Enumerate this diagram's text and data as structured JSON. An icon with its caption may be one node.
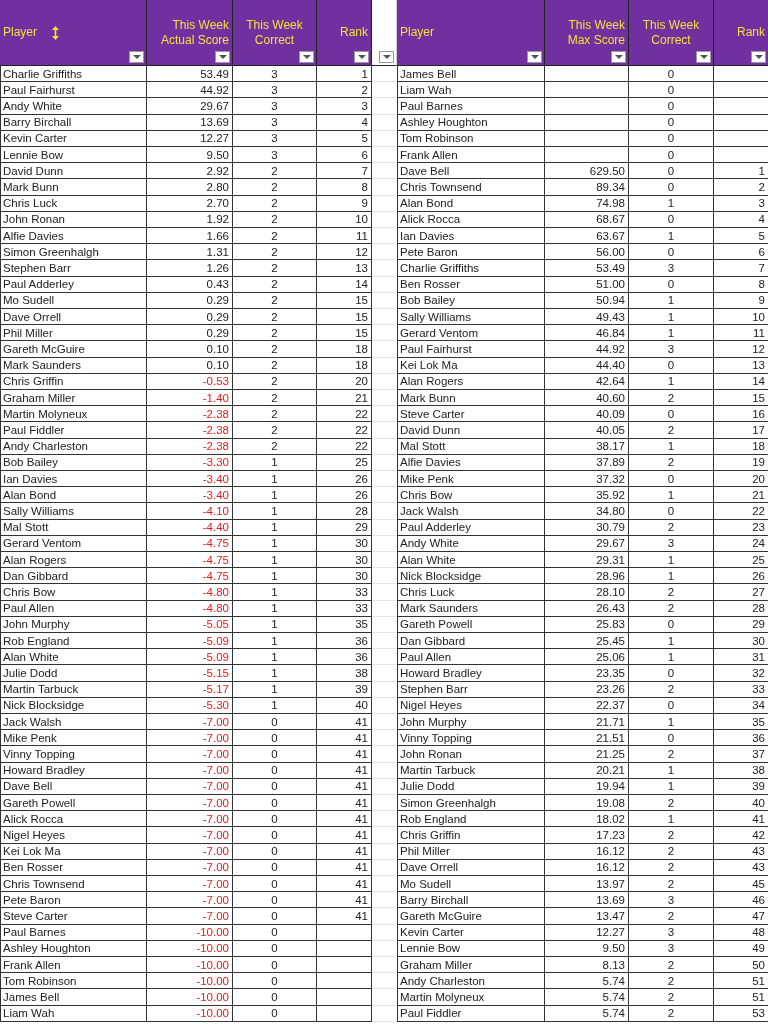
{
  "diagram": {
    "labels": [
      "Player",
      "This Week Actual Score",
      "This Week Correct",
      "Rank",
      "Charlie Griffiths",
      "53.49",
      "3",
      "1",
      "Paul Fairhurst",
      "44.92",
      "3",
      "2",
      "Andy White",
      "29.67",
      "3",
      "3",
      "Barry Birchall",
      "13.69",
      "3",
      "4",
      "Kevin Carter",
      "12.27",
      "3",
      "5",
      "Lennie Bow",
      "9.50",
      "3",
      "6",
      "David Dunn",
      "2.92",
      "2",
      "7",
      "Mark Bunn",
      "2.80",
      "2",
      "8",
      "Chris Luck",
      "2.70",
      "2",
      "9",
      "John Ronan",
      "1.92",
      "2",
      "10",
      "Alfie Davies",
      "1.66",
      "2",
      "11",
      "Simon Greenhalgh",
      "1.31",
      "2",
      "12",
      "Stephen Barr",
      "1.26",
      "2",
      "13",
      "Paul Adderley",
      "0.43",
      "2",
      "14",
      "Mo Sudell",
      "0.29",
      "2",
      "15",
      "Dave Orrell",
      "0.29",
      "2",
      "15",
      "Phil Miller",
      "0.29",
      "2",
      "15",
      "Gareth McGuire",
      "0.10",
      "2",
      "18",
      "Mark Saunders",
      "0.10",
      "2",
      "18",
      "Chris Griffin",
      "-0.53",
      "2",
      "20",
      "Graham Miller",
      "-1.40",
      "2",
      "21",
      "Martin Molyneux",
      "-2.38",
      "2",
      "22",
      "Paul Fiddler",
      "-2.38",
      "2",
      "22",
      "Andy Charleston",
      "-2.38",
      "2",
      "22",
      "Bob Bailey",
      "-3.30",
      "1",
      "25",
      "Ian Davies",
      "-3.40",
      "1",
      "26",
      "Alan Bond",
      "-3.40",
      "1",
      "26",
      "Sally Williams",
      "-4.10",
      "1",
      "28",
      "Mal Stott",
      "-4.40",
      "1",
      "29",
      "Gerard Ventom",
      "-4.75",
      "1",
      "30",
      "Alan Rogers",
      "-4.75",
      "1",
      "30",
      "Dan Gibbard",
      "-4.75",
      "1",
      "30",
      "Chris Bow",
      "-4.80",
      "1",
      "33",
      "Paul Allen",
      "-4.80",
      "1",
      "33",
      "John Murphy",
      "-5.05",
      "1",
      "35",
      "Rob England",
      "-5.09",
      "1",
      "36",
      "Alan White",
      "-5.09",
      "1",
      "36",
      "Julie Dodd",
      "-5.15",
      "1",
      "38",
      "Martin Tarbuck",
      "-5.17",
      "1",
      "39",
      "Nick Blocksidge",
      "-5.30",
      "1",
      "40",
      "Jack Walsh",
      "-7.00",
      "0",
      "41",
      "Mike Penk",
      "-7.00",
      "0",
      "41",
      "Vinny Topping",
      "-7.00",
      "0",
      "41",
      "Howard Bradley",
      "-7.00",
      "0",
      "41",
      "Dave Bell",
      "-7.00",
      "0",
      "41",
      "Gareth Powell",
      "-7.00",
      "0",
      "41",
      "Alick Rocca",
      "-7.00",
      "0",
      "41",
      "Nigel Heyes",
      "-7.00",
      "0",
      "41",
      "Kei Lok Ma",
      "-7.00",
      "0",
      "41",
      "Ben Rosser",
      "-7.00",
      "0",
      "41",
      "Chris Townsend",
      "-7.00",
      "0",
      "41",
      "Pete Baron",
      "-7.00",
      "0",
      "41",
      "Steve Carter",
      "-7.00",
      "0",
      "41",
      "Paul Barnes",
      "-10.00",
      "0",
      "Ashley Houghton",
      "-10.00",
      "0",
      "Frank Allen",
      "-10.00",
      "0",
      "Tom Robinson",
      "-10.00",
      "0",
      "James Bell",
      "-10.00",
      "0",
      "Liam Wah",
      "-10.00",
      "0",
      "Player",
      "This Week Max Score",
      "This Week Correct",
      "Rank",
      "James Bell",
      "0",
      "Liam Wah",
      "0",
      "Paul Barnes",
      "0",
      "Ashley Houghton",
      "0",
      "Tom Robinson",
      "0",
      "Frank Allen",
      "0",
      "Dave Bell",
      "629.50",
      "0",
      "1",
      "Chris Townsend",
      "89.34",
      "0",
      "2",
      "Alan Bond",
      "74.98",
      "1",
      "3",
      "Alick Rocca",
      "68.67",
      "0",
      "4",
      "Ian Davies",
      "63.67",
      "1",
      "5",
      "Pete Baron",
      "56.00",
      "0",
      "6",
      "Charlie Griffiths",
      "53.49",
      "3",
      "7",
      "Ben Rosser",
      "51.00",
      "0",
      "8",
      "Bob Bailey",
      "50.94",
      "1",
      "9",
      "Sally Williams",
      "49.43",
      "1",
      "10",
      "Gerard Ventom",
      "46.84",
      "1",
      "11",
      "Paul Fairhurst",
      "44.92",
      "3",
      "12",
      "Kei Lok Ma",
      "44.40",
      "0",
      "13",
      "Alan Rogers",
      "42.64",
      "1",
      "14",
      "Mark Bunn",
      "40.60",
      "2",
      "15",
      "Steve Carter",
      "40.09",
      "0",
      "16",
      "David Dunn",
      "40.05",
      "2",
      "17",
      "Mal Stott",
      "38.17",
      "1",
      "18",
      "Alfie Davies",
      "37.89",
      "2",
      "19",
      "Mike Penk",
      "37.32",
      "0",
      "20",
      "Chris Bow",
      "35.92",
      "1",
      "21",
      "Jack Walsh",
      "34.80",
      "0",
      "22",
      "Paul Adderley",
      "30.79",
      "2",
      "23",
      "Andy White",
      "29.67",
      "3",
      "24",
      "Alan White",
      "29.31",
      "1",
      "25",
      "Nick Blocksidge",
      "28.96",
      "1",
      "26",
      "Chris Luck",
      "28.10",
      "2",
      "27",
      "Mark Saunders",
      "26.43",
      "2",
      "28",
      "Gareth Powell",
      "25.83",
      "0",
      "29",
      "Dan Gibbard",
      "25.45",
      "1",
      "30",
      "Paul Allen",
      "25.06",
      "1",
      "31",
      "Howard Bradley",
      "23.35",
      "0",
      "32",
      "Stephen Barr",
      "23.26",
      "2",
      "33",
      "Nigel Heyes",
      "22.37",
      "0",
      "34",
      "John Murphy",
      "21.71",
      "1",
      "35",
      "Vinny Topping",
      "21.51",
      "0",
      "36",
      "John Ronan",
      "21.25",
      "2",
      "37",
      "Martin Tarbuck",
      "20.21",
      "1",
      "38",
      "Julie Dodd",
      "19.94",
      "1",
      "39",
      "Simon Greenhalgh",
      "19.08",
      "2",
      "40",
      "Rob England",
      "18.02",
      "1",
      "41",
      "Chris Griffin",
      "17.23",
      "2",
      "42",
      "Phil Miller",
      "16.12",
      "2",
      "43",
      "Dave Orrell",
      "16.12",
      "2",
      "43",
      "Mo Sudell",
      "13.97",
      "2",
      "45",
      "Barry Birchall",
      "13.69",
      "3",
      "46",
      "Gareth McGuire",
      "13.47",
      "2",
      "47",
      "Kevin Carter",
      "12.27",
      "3",
      "48",
      "Lennie Bow",
      "9.50",
      "3",
      "49",
      "Graham Miller",
      "8.13",
      "2",
      "50",
      "Andy Charleston",
      "5.74",
      "2",
      "51",
      "Martin Molyneux",
      "5.74",
      "2",
      "51",
      "Paul Fiddler",
      "5.74",
      "2",
      "53"
    ]
  }
}
